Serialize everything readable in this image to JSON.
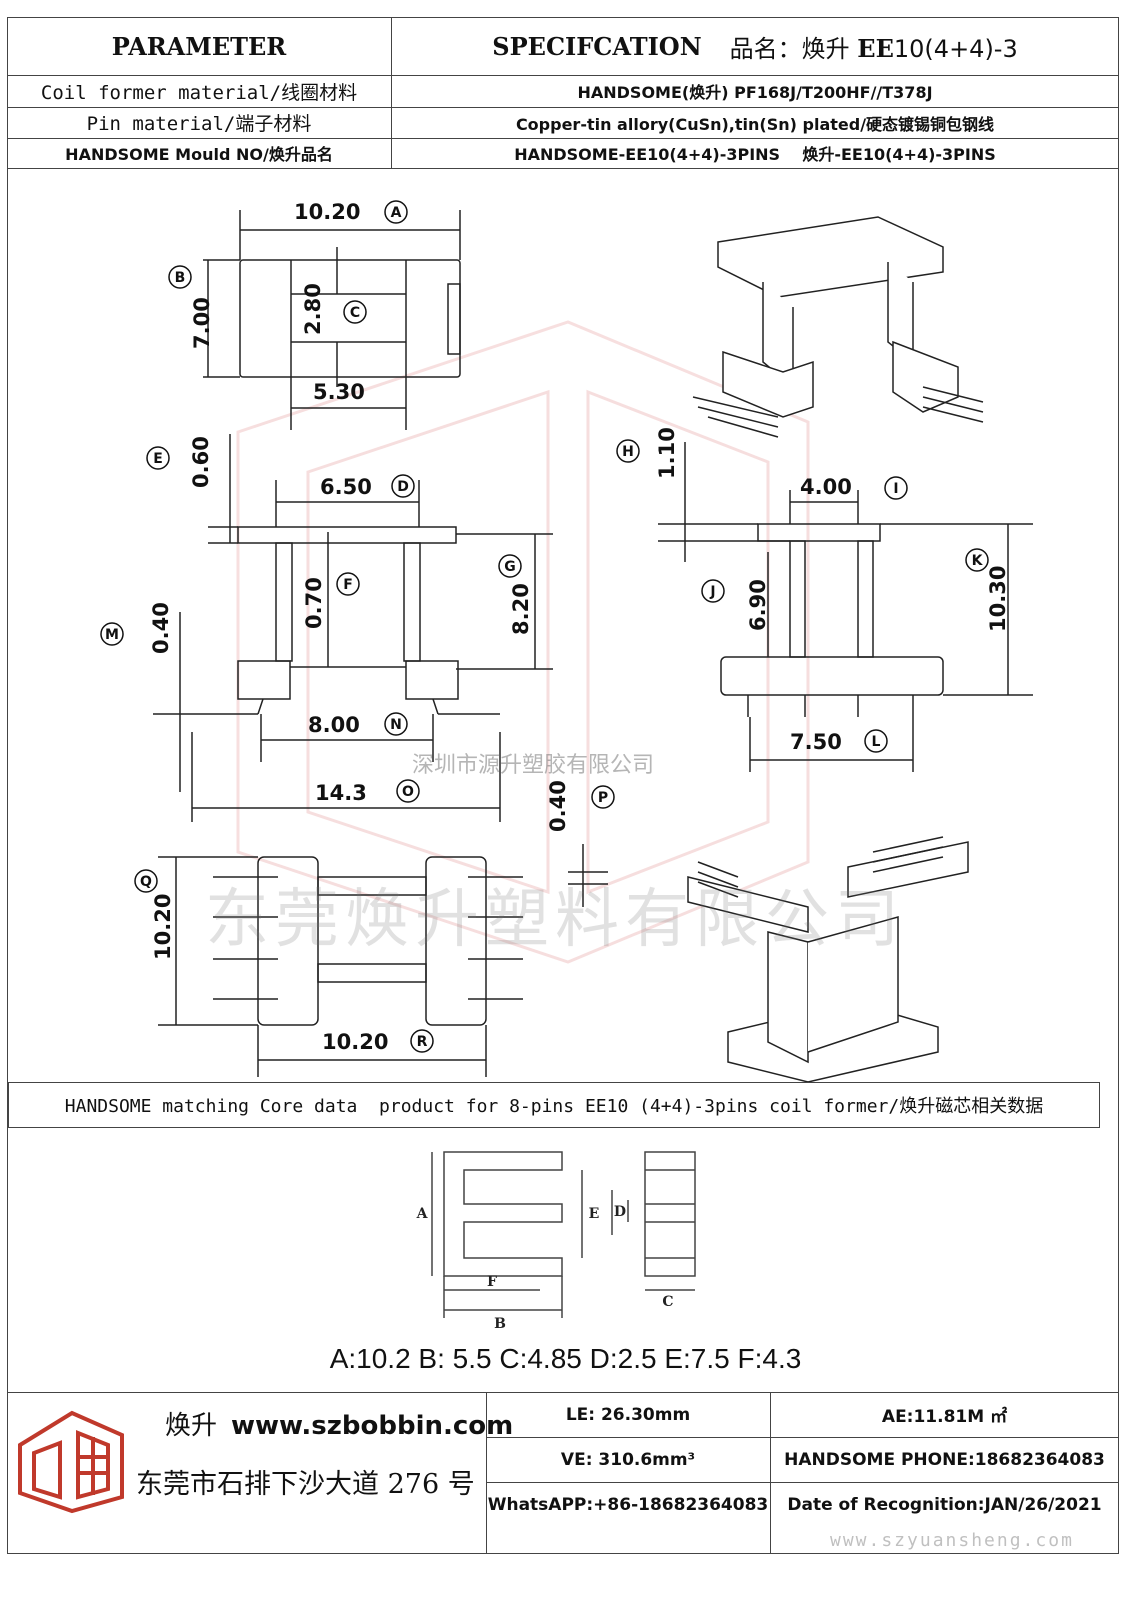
{
  "header": {
    "parameter": "PARAMETER",
    "specification": "SPECIFCATION",
    "product_name_label": "品名：焕升",
    "product_model_bold": "EE",
    "product_model": "10(4+4)-3"
  },
  "rows": [
    {
      "param": "Coil former material/线圈材料",
      "value": "HANDSOME(焕升)    PF168J/T200HF//T378J"
    },
    {
      "param": "Pin material/端子材料",
      "value": "Copper-tin allory(CuSn),tin(Sn) plated/硬态镀锡铜包钢线"
    },
    {
      "param": "HANDSOME Mould NO/焕升品名",
      "value": "HANDSOME-EE10(4+4)-3PINS    焕升-EE10(4+4)-3PINS"
    }
  ],
  "dimensions": {
    "A": "10.20",
    "B": "7.00",
    "C": "2.80",
    "D": "6.50",
    "E": "0.60",
    "F": "0.70",
    "G": "8.20",
    "H": "1.10",
    "I": "4.00",
    "J": "6.90",
    "K": "10.30",
    "L": "7.50",
    "M": "0.40",
    "N": "8.00",
    "O": "14.3",
    "P": "0.40",
    "Q": "10.20",
    "R": "10.20",
    "unlabeled": "5.30"
  },
  "watermarks": {
    "company_small": "深圳市源升塑胶有限公司",
    "company_large": "东莞焕升塑料有限公司",
    "url": "www.szyuansheng.com"
  },
  "core_section": {
    "title": "HANDSOME matching Core data  product for 8-pins EE10 (4+4)-3pins coil former/焕升磁芯相关数据",
    "diagram_labels": [
      "A",
      "B",
      "C",
      "D",
      "E",
      "F"
    ],
    "values_text": "A:10.2 B: 5.5 C:4.85 D:2.5 E:7.5 F:4.3"
  },
  "footer": {
    "brand_cn": "焕升",
    "website": "www.szbobbin.com",
    "address": "东莞市石排下沙大道 276 号",
    "le": "LE: 26.30mm",
    "ae": "AE:11.81M ㎡",
    "ve": "VE: 310.6mm³",
    "phone": "HANDSOME PHONE:18682364083",
    "whatsapp": "WhatsAPP:+86-18682364083",
    "date": "Date of Recognition:JAN/26/2021"
  },
  "colors": {
    "line": "#222222",
    "watermark_red": "#c83c3c",
    "logo_red": "#c0392b"
  }
}
